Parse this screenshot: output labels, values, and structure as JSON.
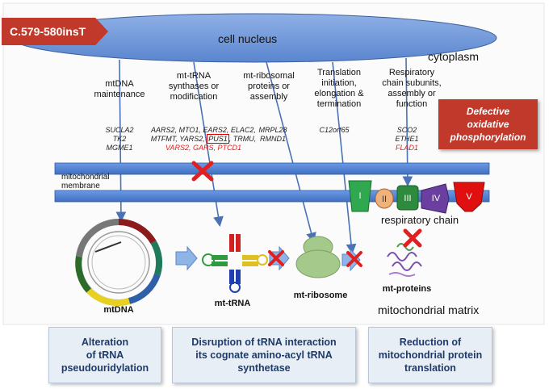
{
  "mutation_tag": "C.579-580insT",
  "nucleus_label": "cell nucleus",
  "cytoplasm_label": "cytoplasm",
  "categories": [
    {
      "label": "mtDNA\nmaintenance",
      "genes": "SUCLA2\nTK2\nMGME1"
    },
    {
      "label": "mt-tRNA\nsynthases or\nmodification",
      "genes_line1": "AARS2, MTO1, EARS2, ELAC2,",
      "genes_line2_pre": "MTFMT, YARS2, ",
      "boxed_gene": "PUS1",
      "genes_line2_post": ", TRMU,",
      "genes_red": "VARS2, GARS, PTCD1"
    },
    {
      "label": "mt-ribosomal\nproteins or\nassembly",
      "genes": "MRPL28\nRMND1"
    },
    {
      "label": "Translation\ninitiation,\nelongation &\ntermination",
      "genes": "C12orf65"
    },
    {
      "label": "Respiratory\nchain subunits,\nassembly or\nfunction",
      "genes": "SCO2\nETHE1",
      "genes_red": "FLAD1"
    }
  ],
  "defect_box": "Defective\noxidative\nphosphorylation",
  "membrane_label": "mitochondrial\nmembrane",
  "complexes": [
    "I",
    "II",
    "III",
    "IV",
    "V"
  ],
  "respiratory_chain_label": "respiratory chain",
  "items": {
    "mtdna": "mtDNA",
    "mttrna": "mt-tRNA",
    "mtribosome": "mt-ribosome",
    "mtproteins": "mt-proteins"
  },
  "matrix_label": "mitochondrial matrix",
  "outcomes": [
    "Alteration\nof tRNA\npseudouridylation",
    "Disruption of tRNA interaction\nits cognate amino-acyl tRNA\nsynthetase",
    "Reduction of\nmitochondrial protein\ntranslation"
  ],
  "colors": {
    "nucleus": "#6b95d6",
    "membrane": "#4a7fd4",
    "tag_red": "#c0392b",
    "cross_red": "#e02020",
    "complex_I": "#2fa84f",
    "complex_II": "#f0b27a",
    "complex_III": "#2e8b3e",
    "complex_IV": "#6b3fa0",
    "complex_V": "#e01010",
    "ribosome": "#9fc47f",
    "arrow_blue": "#5b86c8"
  }
}
